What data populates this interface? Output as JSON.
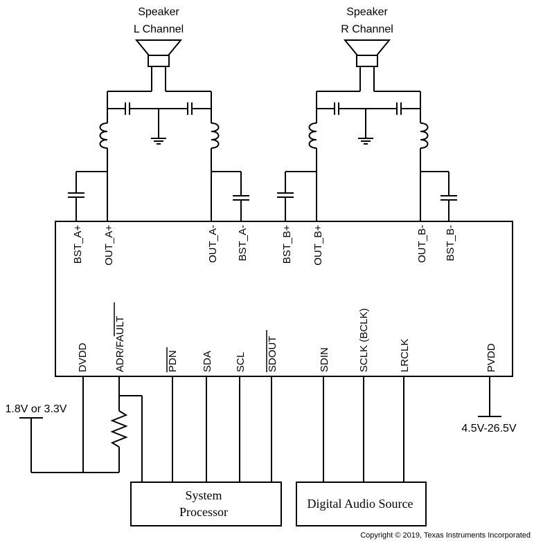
{
  "speakers": {
    "left": {
      "line1": "Speaker",
      "line2": "L Channel"
    },
    "right": {
      "line1": "Speaker",
      "line2": "R Channel"
    }
  },
  "pins_top": {
    "bst_a_plus": "BST_A+",
    "out_a_plus": "OUT_A+",
    "out_a_minus": "OUT_A-",
    "bst_a_minus": "BST_A-",
    "bst_b_plus": "BST_B+",
    "out_b_plus": "OUT_B+",
    "out_b_minus": "OUT_B-",
    "bst_b_minus": "BST_B-"
  },
  "pins_bottom": {
    "dvdd": "DVDD",
    "adr": "ADR/",
    "fault": "FAULT",
    "pdn": "PDN",
    "sda": "SDA",
    "scl": "SCL",
    "sdout": "SDOUT",
    "sdin": "SDIN",
    "sclk": "SCLK (BCLK)",
    "lrclk": "LRCLK",
    "pvdd": "PVDD"
  },
  "supplies": {
    "logic": "1.8V or 3.3V",
    "power": "4.5V-26.5V"
  },
  "blocks": {
    "system_processor": {
      "line1": "System",
      "line2": "Processor"
    },
    "audio_source": "Digital Audio Source"
  },
  "copyright": "Copyright © 2019, Texas Instruments Incorporated"
}
